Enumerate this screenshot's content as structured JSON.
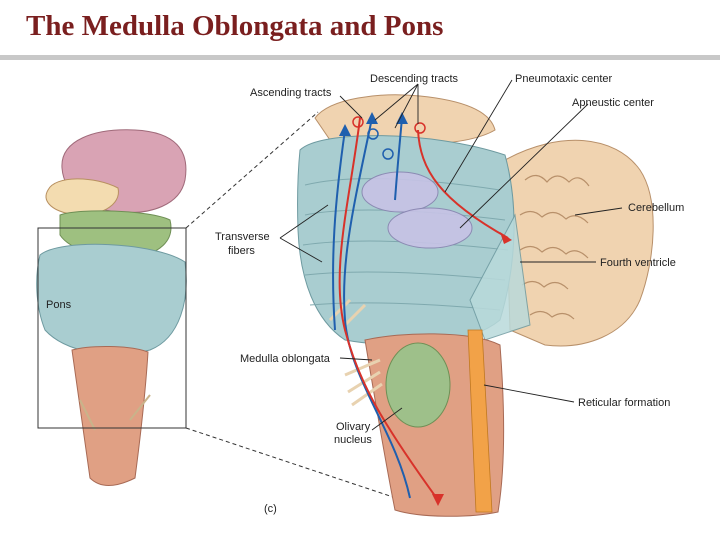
{
  "slide": {
    "title": "The Medulla Oblongata and Pons"
  },
  "figure": {
    "panel_label": "(c)",
    "labels": {
      "ascending_tracts": "Ascending tracts",
      "descending_tracts": "Descending tracts",
      "pneumotaxic_center": "Pneumotaxic center",
      "apneustic_center": "Apneustic center",
      "cerebellum": "Cerebellum",
      "transverse_fibers_1": "Transverse",
      "transverse_fibers_2": "fibers",
      "fourth_ventricle": "Fourth ventricle",
      "pons": "Pons",
      "medulla_oblongata": "Medulla oblongata",
      "reticular_formation": "Reticular formation",
      "olivary_nucleus_1": "Olivary",
      "olivary_nucleus_2": "nucleus"
    },
    "colors": {
      "title": "#7a1f1f",
      "pons_tissue": "#a9cdd0",
      "medulla_tissue": "#e0a084",
      "cerebellum_tissue": "#f0d3b0",
      "thalamus": "#d9a3b4",
      "olive": "#9ec08a",
      "ascending_tract": "#1f5fae",
      "descending_tract": "#d8322a",
      "reticular": "#f2a248"
    }
  }
}
